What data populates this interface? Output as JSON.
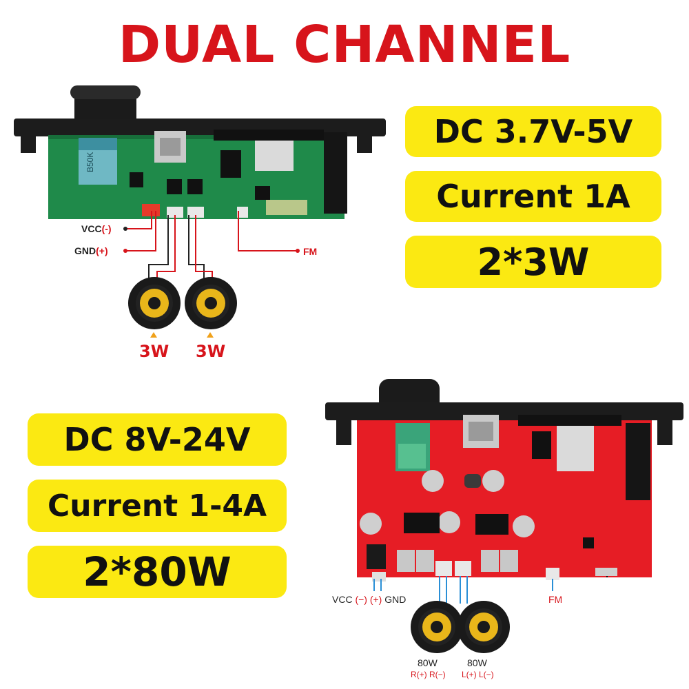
{
  "title": "DUAL CHANNEL",
  "colors": {
    "title": "#d7141b",
    "pill": "#fbe912",
    "board_green": "#1f8a4a",
    "board_red": "#e61d25"
  },
  "top_module": {
    "specs": [
      "DC 3.7V-5V",
      "Current 1A",
      "2*3W"
    ],
    "vcc": "VCC",
    "vcc_sign": "(-)",
    "gnd": "GND",
    "gnd_sign": "(+)",
    "fm": "FM",
    "pot_marking": "B50K",
    "speakers": [
      "3W",
      "3W"
    ]
  },
  "bottom_module": {
    "specs": [
      "DC 8V-24V",
      "Current 1-4A",
      "2*80W"
    ],
    "vcc": "VCC",
    "minus": "(−)",
    "plus": "(+)",
    "gnd": "GND",
    "fm": "FM",
    "speakers": [
      {
        "watt": "80W",
        "pins": "R(+) R(−)"
      },
      {
        "watt": "80W",
        "pins": "L(+) L(−)"
      }
    ]
  }
}
